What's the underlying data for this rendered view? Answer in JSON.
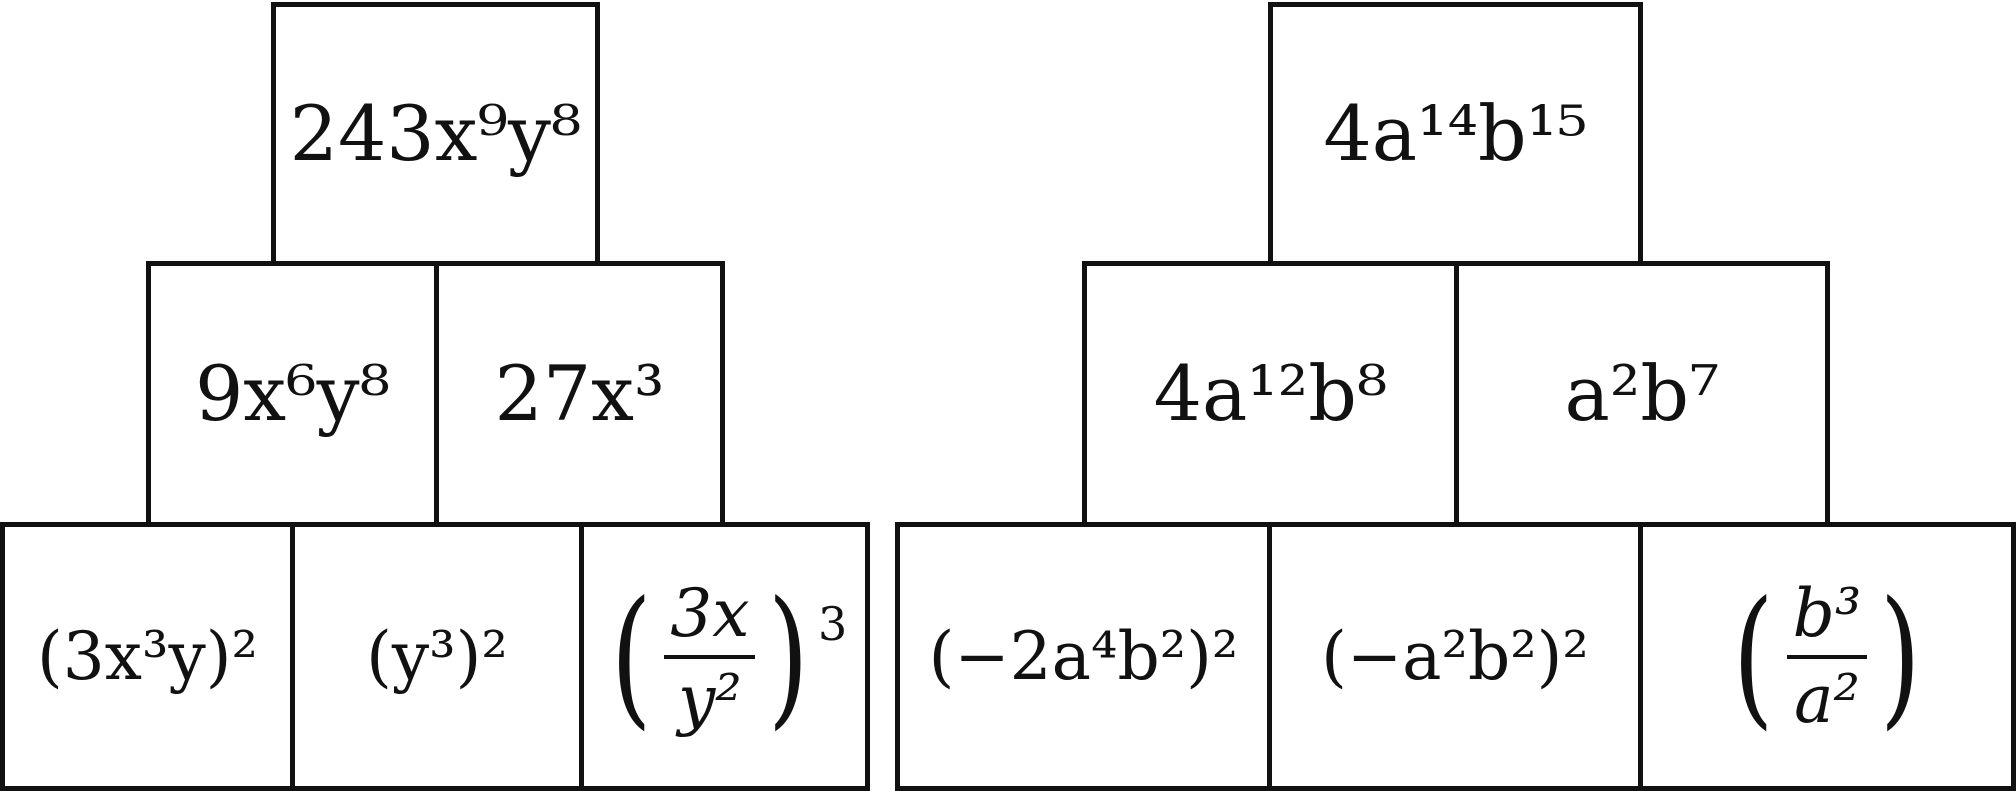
{
  "left_pyramid": {
    "top": "243x⁹y⁸",
    "middle": [
      "9x⁶y⁸",
      "27x³"
    ],
    "bottom": [
      "(3x³y)²",
      "(y³)²",
      {
        "numerator": "3x",
        "denominator": "y²",
        "exponent": "3"
      }
    ]
  },
  "right_pyramid": {
    "top": "4a¹⁴b¹⁵",
    "middle": [
      "4a¹²b⁸",
      "a²b⁷"
    ],
    "bottom": [
      "(−2a⁴b²)²",
      "(−a²b²)²",
      {
        "numerator": "b³",
        "denominator": "a²"
      }
    ]
  }
}
